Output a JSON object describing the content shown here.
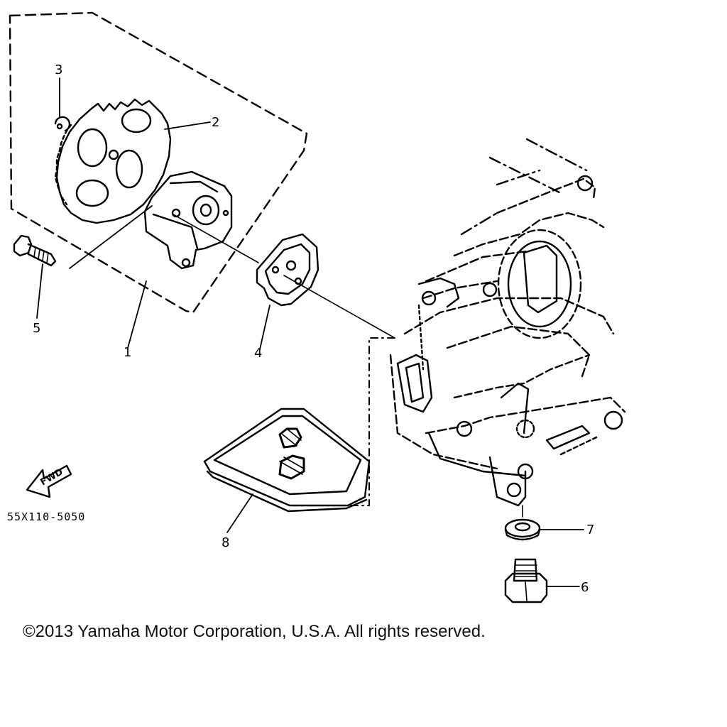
{
  "diagram": {
    "callouts": [
      "1",
      "2",
      "3",
      "4",
      "5",
      "6",
      "7",
      "8"
    ],
    "fwd_label": "FWD",
    "part_code": "55X110-5050"
  },
  "footer": {
    "copyright": "©2013 Yamaha Motor Corporation, U.S.A. All rights reserved."
  }
}
